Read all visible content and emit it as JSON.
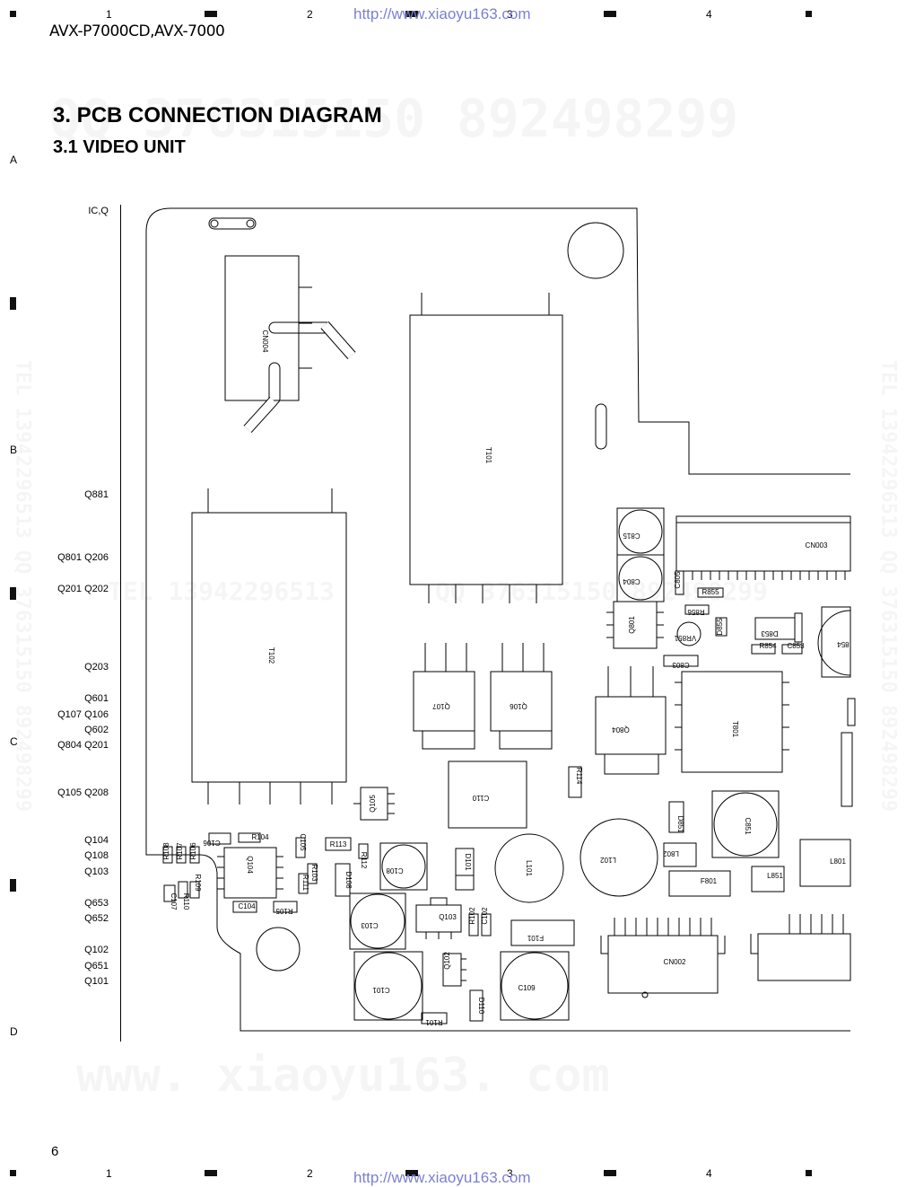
{
  "header": {
    "model": "AVX-P7000CD,AVX-7000",
    "url_top": "http://www.xiaoyu163.com",
    "url_bottom": "http://www.xiaoyu163.com",
    "columns": [
      "1",
      "2",
      "3",
      "4"
    ],
    "rows": [
      "A",
      "B",
      "C",
      "D"
    ]
  },
  "section_title": "3. PCB CONNECTION DIAGRAM",
  "subsection_title": "3.1 VIDEO UNIT",
  "page_number": "6",
  "watermarks": {
    "qq_line": "QQ 376315150    892498299",
    "tel_line": "TEL 13942296513    QQ 376315150 892498299",
    "tel_mid": "TEL 13942296513",
    "qq_mid": "QQ 376315150 892498299",
    "site": "www. xiaoyu163. com"
  },
  "left_labels": [
    "IC,Q",
    "Q881",
    "Q801 Q206",
    "Q201 Q202",
    "Q203",
    "Q601",
    "Q107 Q106",
    "Q602",
    "Q804 Q201",
    "Q105 Q208",
    "Q104",
    "Q108",
    "Q103",
    "Q653",
    "Q652",
    "Q102",
    "Q651",
    "Q101"
  ],
  "components": {
    "cn004": "CN004",
    "t101": "T101",
    "t102": "T102",
    "cn003": "CN003",
    "c815": "C815",
    "c804": "C804",
    "c805": "C805",
    "r855": "R855",
    "r856": "R856",
    "q801": "Q801",
    "vr851": "VR851",
    "d855": "D855",
    "d853": "D853",
    "r854": "R854",
    "c853": "C853",
    "c854": "854",
    "c803": "C803",
    "q107": "Q107",
    "q106": "Q106",
    "q804": "Q804",
    "t801": "T801",
    "c110": "C110",
    "r114": "R114",
    "q105": "Q105",
    "d851": "D851",
    "c851": "C851",
    "c106": "C106",
    "r104": "R104",
    "c105": "C105",
    "r113": "R113",
    "r112": "R112",
    "r108": "R108",
    "r107": "R107",
    "r106": "R106",
    "q104": "Q104",
    "r109": "R109",
    "c107": "C107",
    "r110": "R110",
    "r111": "R111",
    "r103": "R103",
    "c104": "C104",
    "r105": "R105",
    "d108": "D108",
    "c108": "C108",
    "d101": "D101",
    "l101": "L101",
    "l102": "L102",
    "l802": "L802",
    "f801": "F801",
    "l851": "L851",
    "l801": "L801",
    "c103": "C103",
    "q103": "Q103",
    "r102": "R102",
    "c102": "C102",
    "f101": "F101",
    "cn002": "CN002",
    "c101": "C101",
    "q102": "Q102",
    "c109": "C109",
    "r101": "R101",
    "d110": "D110"
  }
}
